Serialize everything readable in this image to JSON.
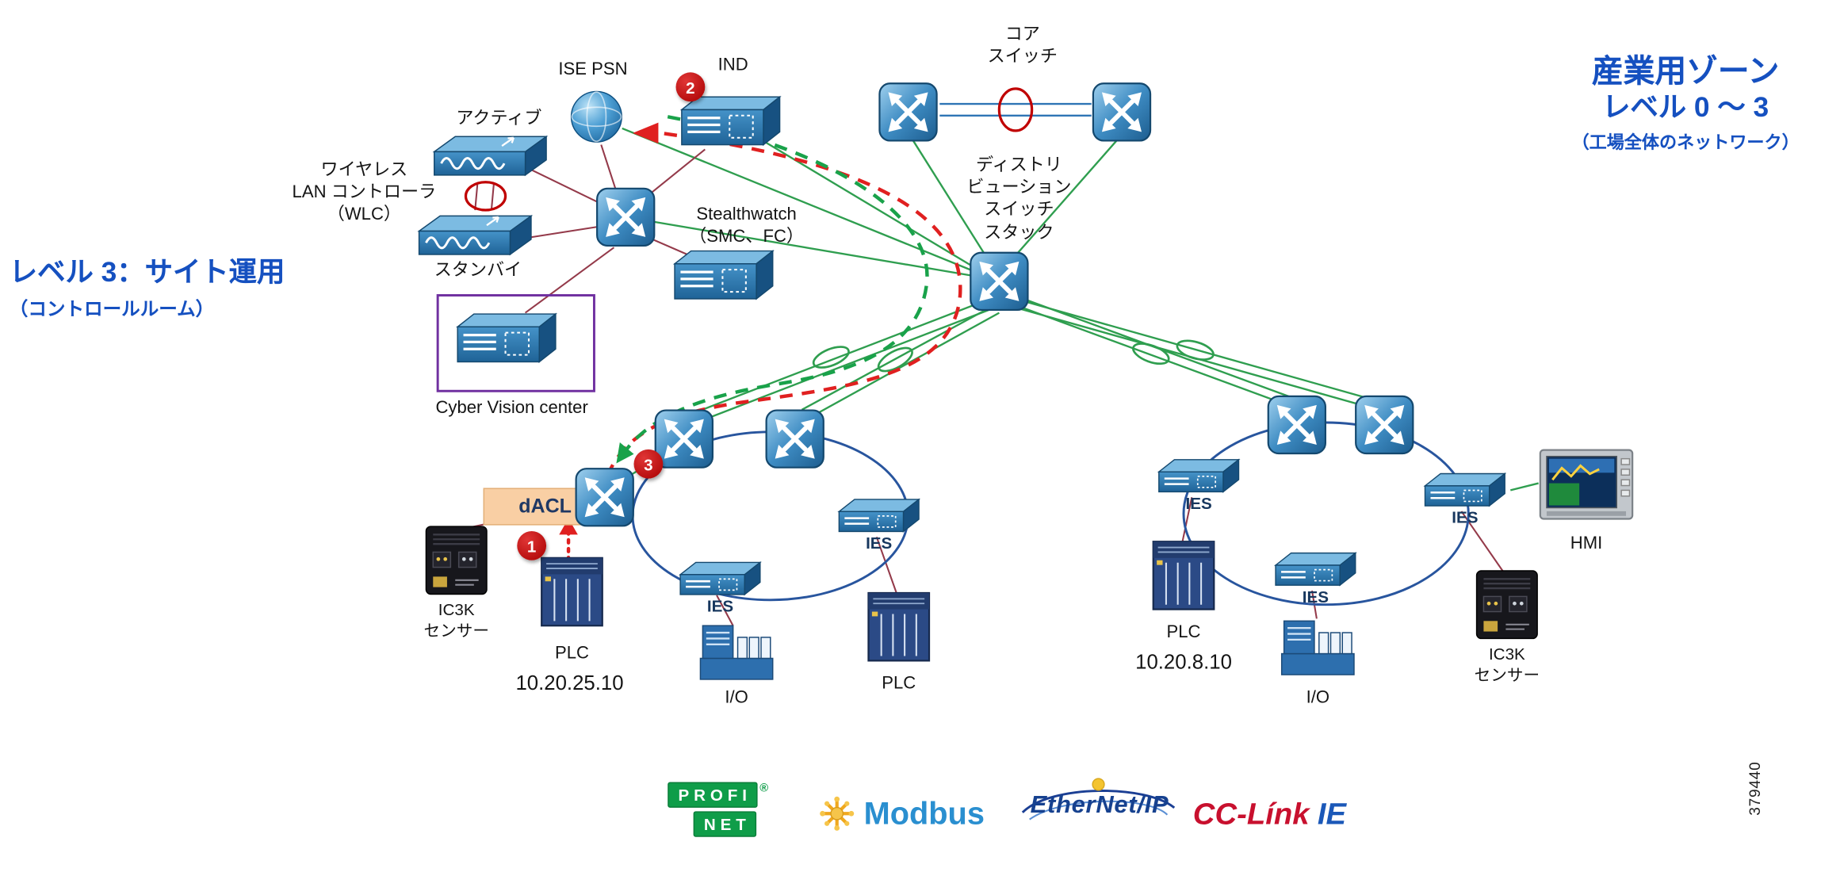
{
  "titles": {
    "zone": {
      "line1": "産業用ゾーン",
      "line2": "レベル 0 ～ 3",
      "line3": "（工場全体のネットワーク）"
    },
    "site": {
      "line1": "レベル 3：サイト運用",
      "line2": "（コントロールルーム）"
    }
  },
  "nodes": {
    "ise_psn": "ISE PSN",
    "ind": "IND",
    "core_switch": "コア\nスイッチ",
    "active": "アクティブ",
    "wlc": "ワイヤレス\nLAN コントローラ\n（WLC）",
    "standby": "スタンバイ",
    "stealthwatch": "Stealthwatch\n（SMC、FC）",
    "distribution": "ディストリ\nビューション\nスイッチ\nスタック",
    "cyber_vision": "Cyber Vision center",
    "dacl": "dACL",
    "ies": "IES",
    "ic3k": "IC3K\nセンサー",
    "plc": "PLC",
    "io": "I/O",
    "hmi": "HMI",
    "plc_left_ip": "10.20.25.10",
    "plc_right_ip": "10.20.8.10"
  },
  "badges": {
    "step1": "1",
    "step2": "2",
    "step3": "3"
  },
  "logos": {
    "profinet_top": "PROFI",
    "profinet_bottom": "NET",
    "profinet_reg": "®",
    "modbus": "Modbus",
    "ethernet_ip": "EtherNet/IP",
    "cclink": "CC-Línk",
    "cclink_ie": "IE"
  },
  "figure_number": "379440",
  "colors": {
    "title_blue": "#1550c0",
    "badge_red": "#c00000",
    "dacl_bg": "#f9cfa4",
    "ring_blue": "#28559e",
    "link_green": "#2f9e4f",
    "link_maroon": "#943a4a",
    "flow_red": "#e02020",
    "flow_green": "#19a24a",
    "purple_frame": "#7030a0"
  }
}
